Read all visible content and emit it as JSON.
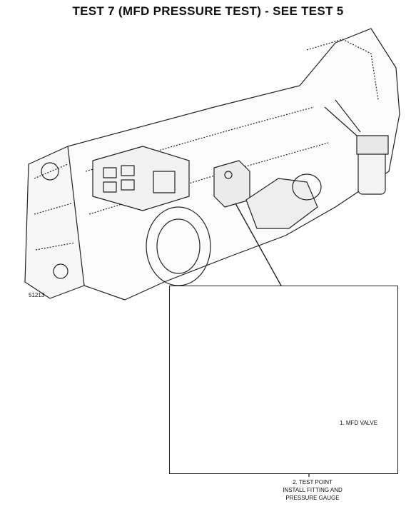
{
  "title": "TEST 7 (MFD PRESSURE TEST) - SEE TEST 5",
  "figure_number": "51213",
  "callouts": {
    "mfd_valve": "1. MFD VALVE",
    "test_point_lines": [
      "2. TEST POINT",
      "INSTALL FITTING AND",
      "PRESSURE GAUGE"
    ]
  }
}
